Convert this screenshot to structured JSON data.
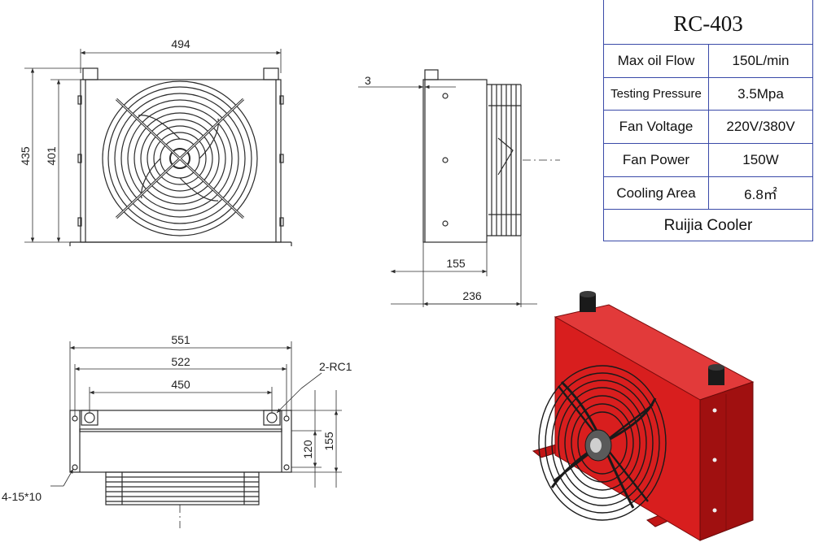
{
  "spec_table": {
    "model": "RC-403",
    "rows": [
      {
        "key": "Max oil Flow",
        "value": "150L/min"
      },
      {
        "key": "Testing Pressure",
        "value": "3.5Mpa"
      },
      {
        "key": "Fan Voltage",
        "value": "220V/380V"
      },
      {
        "key": "Fan Power",
        "value": "150W"
      },
      {
        "key": "Cooling Area",
        "value": "6.8㎡"
      }
    ],
    "brand": "Ruijia Cooler"
  },
  "dimensions": {
    "front_width": "494",
    "front_height_outer": "435",
    "front_height_inner": "401",
    "side_offset": "3",
    "side_depth_body": "155",
    "side_depth_total": "236",
    "top_width_outer": "551",
    "top_width_mid": "522",
    "top_width_inner": "450",
    "top_port_label": "2-RC1",
    "top_mount_label": "4-15*10",
    "top_height_inner": "120",
    "top_height_outer": "155"
  },
  "colors": {
    "line": "#2b2b2b",
    "body_red": "#d81e1e",
    "body_red_dark": "#a01010",
    "table_border": "#3a4aa8"
  }
}
